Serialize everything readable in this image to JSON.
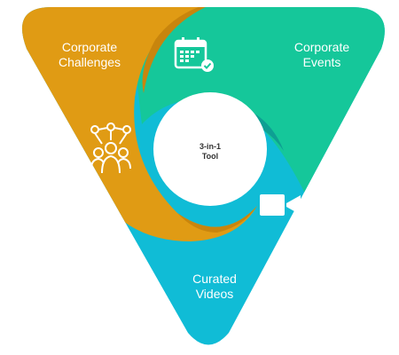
{
  "diagram": {
    "center": {
      "line1": "3-in-1",
      "line2": "Tool"
    },
    "segments": [
      {
        "key": "challenges",
        "line1": "Corporate",
        "line2": "Challenges",
        "color": "#e09b14",
        "icon": "team-network-icon"
      },
      {
        "key": "events",
        "line1": "Corporate",
        "line2": "Events",
        "color": "#15c79a",
        "icon": "calendar-check-icon"
      },
      {
        "key": "videos",
        "line1": "Curated",
        "line2": "Videos",
        "color": "#10bcd6",
        "icon": "video-camera-icon"
      }
    ]
  }
}
